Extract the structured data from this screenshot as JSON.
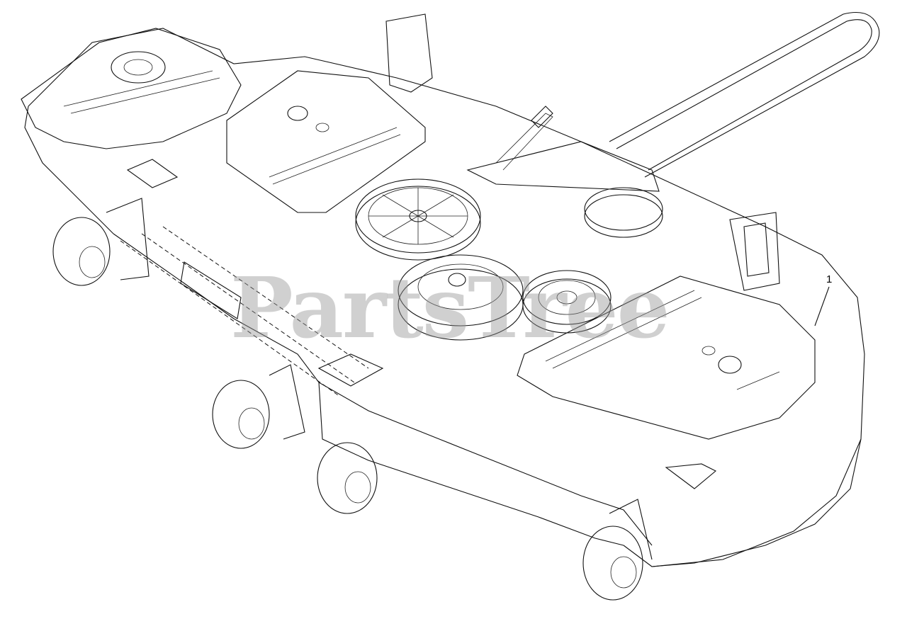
{
  "diagram": {
    "watermark": "PartsTree",
    "callouts": [
      {
        "label": "1",
        "refers_to": "mower-deck-assembly"
      }
    ]
  }
}
